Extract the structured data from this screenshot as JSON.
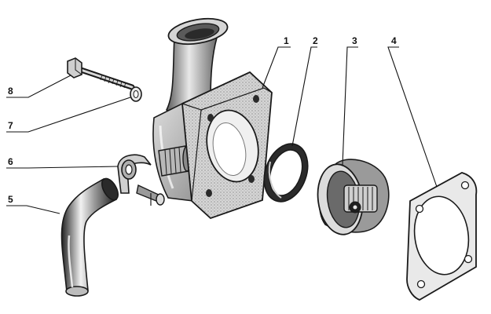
{
  "callouts": [
    {
      "id": "1",
      "label": "1"
    },
    {
      "id": "2",
      "label": "2"
    },
    {
      "id": "3",
      "label": "3"
    },
    {
      "id": "4",
      "label": "4"
    },
    {
      "id": "5",
      "label": "5"
    },
    {
      "id": "6",
      "label": "6"
    },
    {
      "id": "7",
      "label": "7"
    },
    {
      "id": "8",
      "label": "8"
    }
  ],
  "colors": {
    "ink": "#1a1a1a",
    "shade": "#7a7a7a",
    "light": "#e6e6e6",
    "background": "#ffffff"
  }
}
